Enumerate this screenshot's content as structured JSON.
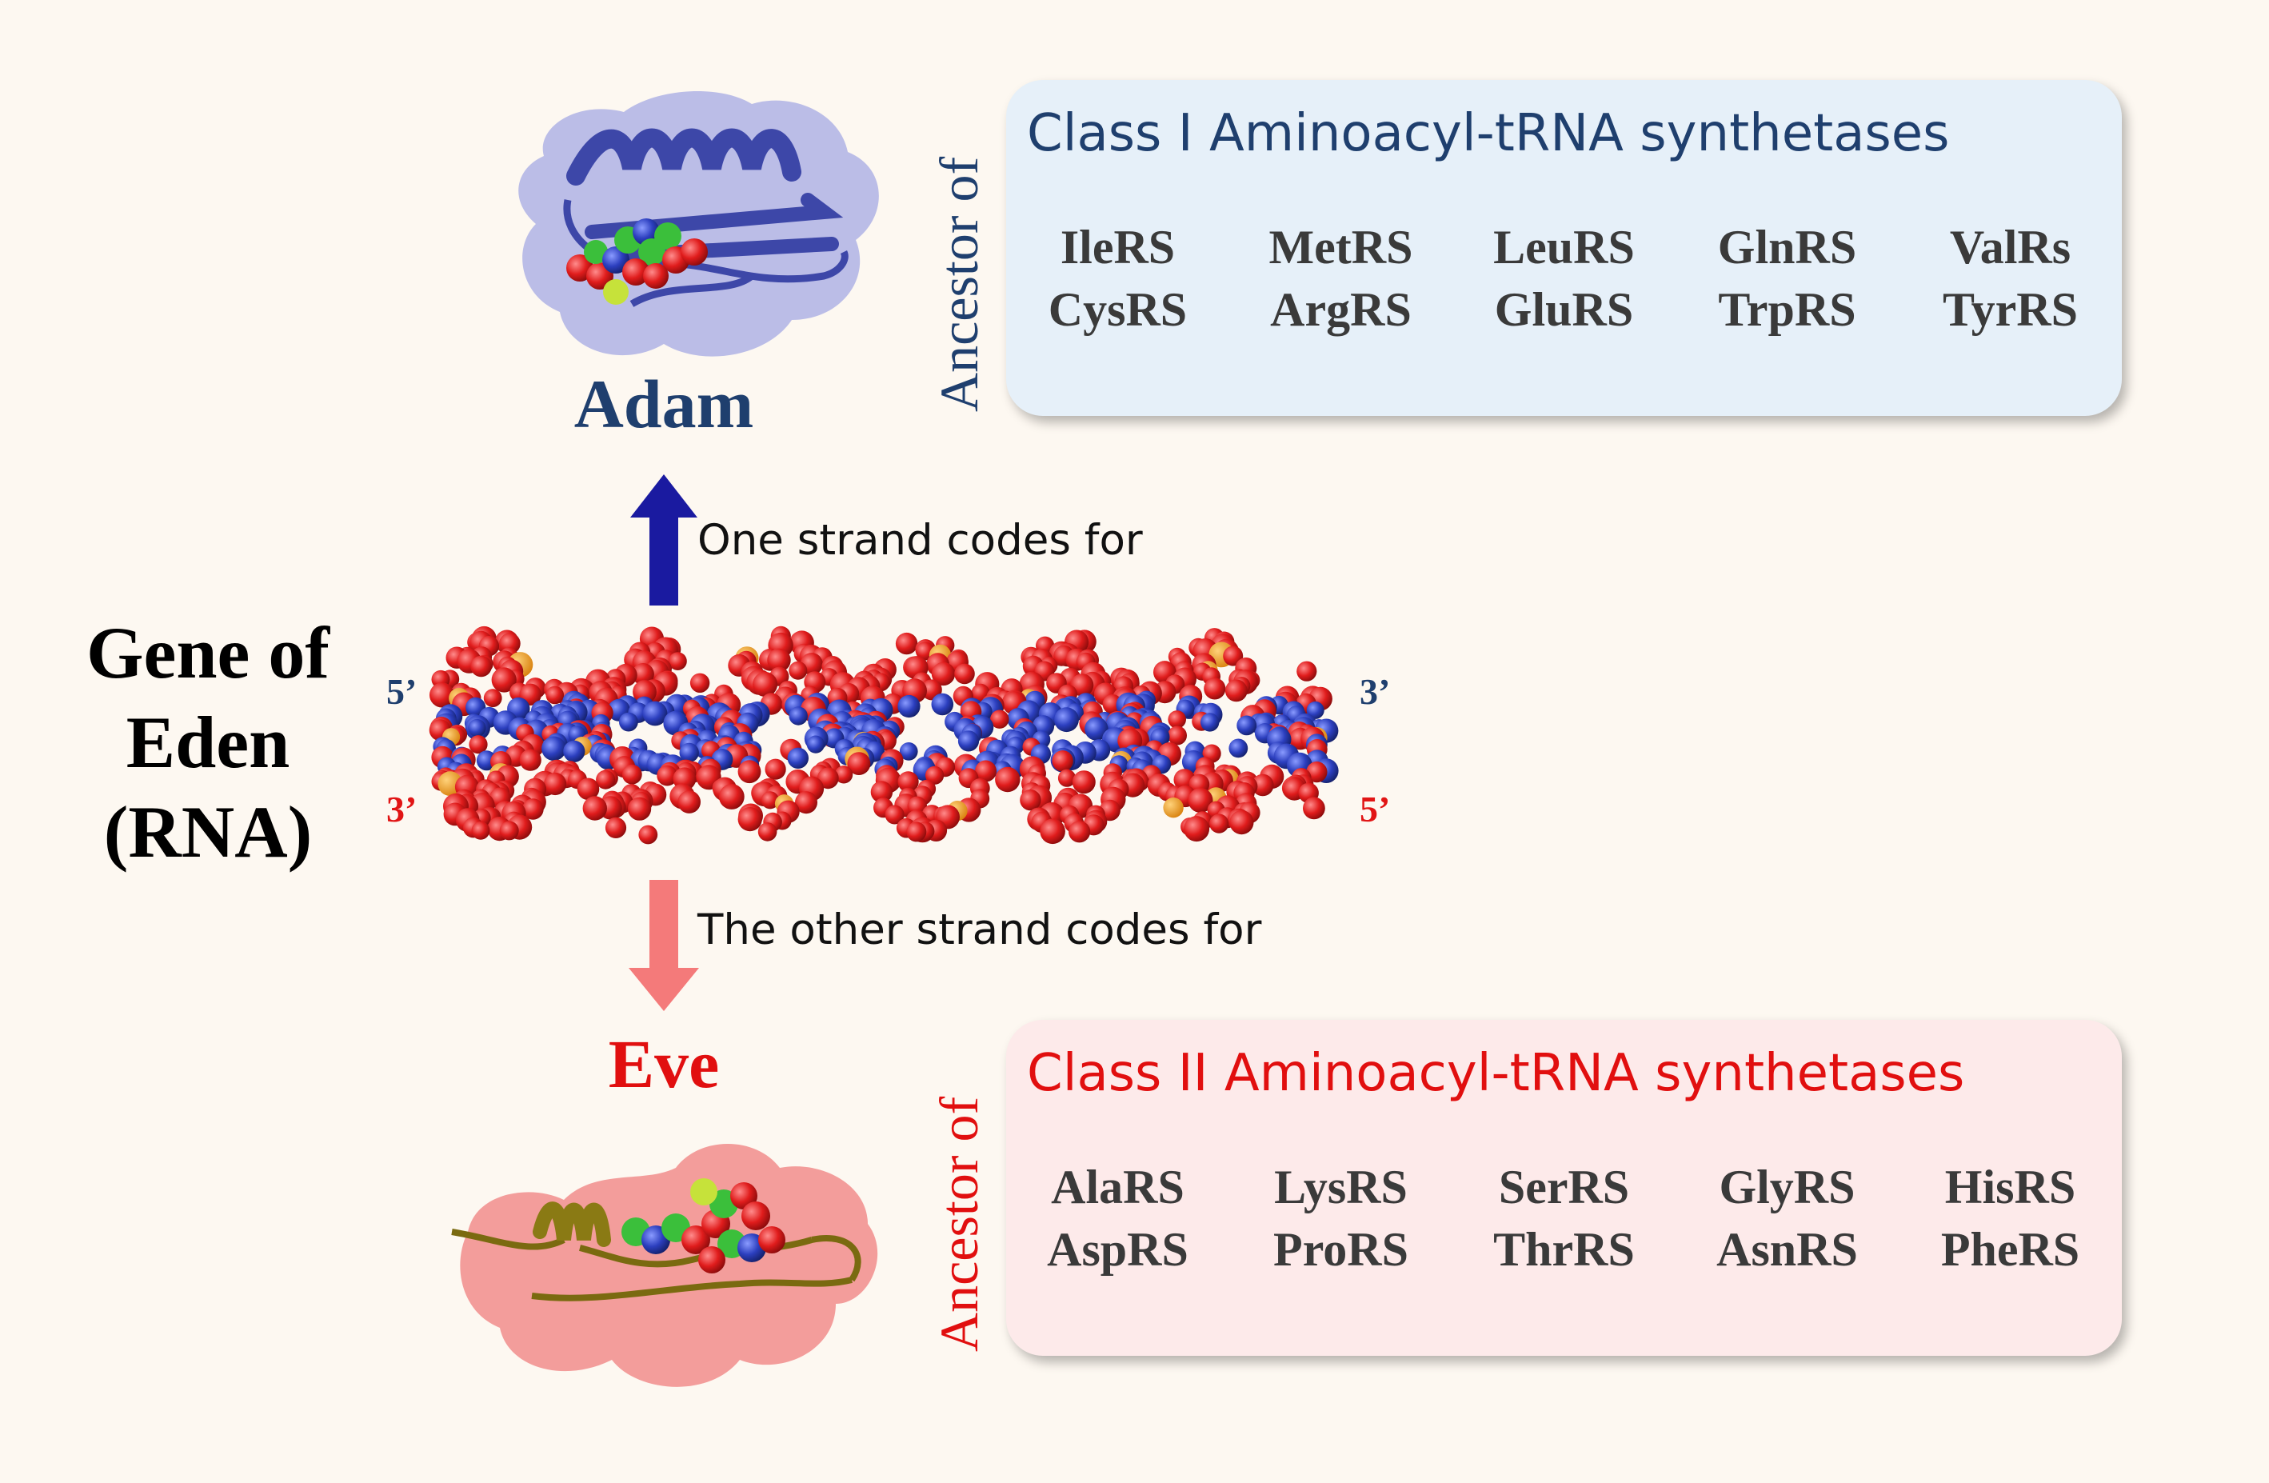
{
  "gene": {
    "line1": "Gene of",
    "line2": "Eden",
    "line3": "(RNA)"
  },
  "rna_ends": {
    "top_left": "5’",
    "top_right": "3’",
    "bottom_left": "3’",
    "bottom_right": "5’"
  },
  "adam": {
    "name": "Adam",
    "arrow_caption": "One strand codes for",
    "ancestor_label": "Ancestor of",
    "class_title": "Class I Aminoacyl-tRNA synthetases",
    "enzymes": [
      "IleRS",
      "MetRS",
      "LeuRS",
      "GlnRS",
      "ValRs",
      "CysRS",
      "ArgRS",
      "GluRS",
      "TrpRS",
      "TyrRS"
    ]
  },
  "eve": {
    "name": "Eve",
    "arrow_caption": "The other strand codes for",
    "ancestor_label": "Ancestor of",
    "class_title": "Class II Aminoacyl-tRNA synthetases",
    "enzymes": [
      "AlaRS",
      "LysRS",
      "SerRS",
      "GlyRS",
      "HisRS",
      "AspRS",
      "ProRS",
      "ThrRS",
      "AsnRS",
      "PheRS"
    ]
  },
  "colors": {
    "background": "#fdf8f1",
    "adam_blue": "#1f3f6e",
    "eve_red": "#e10f0f",
    "up_arrow": "#1a1aa0",
    "down_arrow": "#f47a7a",
    "class1_card": "#e6f0f9",
    "class2_card": "#fdeaea"
  }
}
